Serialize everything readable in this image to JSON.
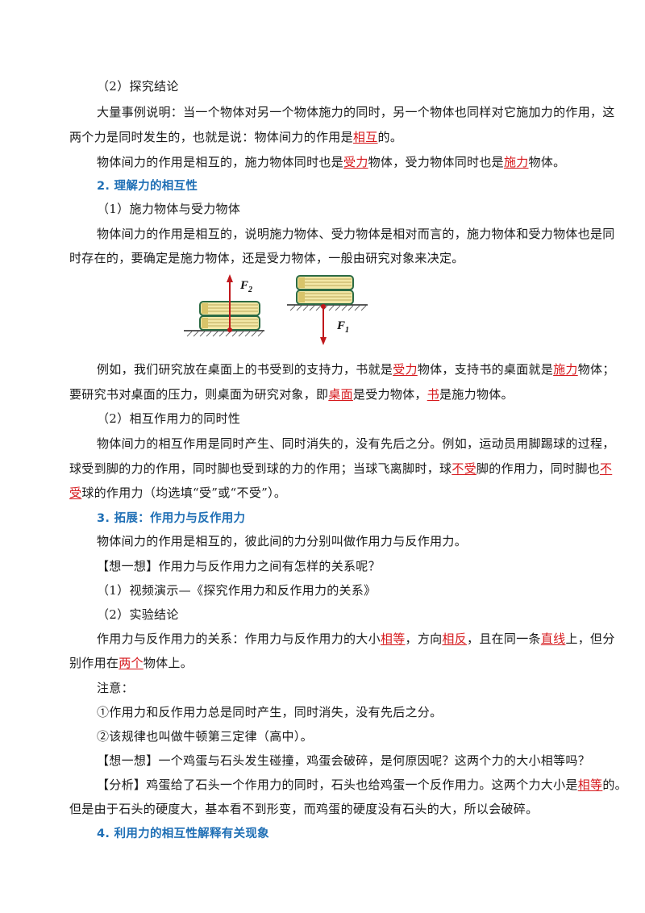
{
  "s1_title": "（2）探究结论",
  "p1": {
    "l1": "大量事例说明：当一个物体对另一个物体施力的同时，另一个物体也同样对它施加力的作用，这",
    "l2a": "两个力是同时发生的，也就是说：物体间力的作用是",
    "l2b": "相互",
    "l2c": "的。"
  },
  "p2": {
    "a": "物体间力的作用是相互的，施力物体同时也是",
    "b": "受力",
    "c": "物体，受力物体同时也是",
    "d": "施力",
    "e": "物体。"
  },
  "h2": "2. 理解力的相互性",
  "s2_title": "（1）施力物体与受力物体",
  "p3": {
    "l1": "物体间力的作用是相互的，说明施力物体、受力物体是相对而言的，施力物体和受力物体也是同",
    "l2": "时存在的，要确定是施力物体，还是受力物体，一般由研究对象来决定。"
  },
  "figure": {
    "f2": "F",
    "f2_sub": "2",
    "f1": "F",
    "f1_sub": "1"
  },
  "p4": {
    "a": "例如，我们研究放在桌面上的书受到的支持力，书就是",
    "b": "受力",
    "c": "物体，支持书的桌面就是",
    "d": "施力",
    "e": "物体；",
    "f": "要研究书对桌面的压力，则桌面为研究对象，即",
    "g": "桌面",
    "h": "是受力物体，",
    "i": "书",
    "j": "是施力物体。"
  },
  "s3_title": "（2）相互作用力的同时性",
  "p5": {
    "l1": "物体间力的相互作用是同时产生、同时消失的，没有先后之分。例如，运动员用脚踢球的过程，",
    "a": "球受到脚的力的作用，同时脚也受到球的力的作用；当球飞离脚时，球",
    "b": "不受",
    "c": "脚的作用力，同时脚也",
    "d": "不",
    "e": "受",
    "f": "球的作用力（均选填“受”或“不受”）。"
  },
  "h3": "3.  拓展：作用力与反作用力",
  "p6": "物体间力的作用是相互的，彼此间的力分别叫做作用力与反作用力。",
  "p7": "【想一想】作用力与反作用力之间有怎样的关系呢？",
  "p8": "（1）视频演示—《探究作用力和反作用力的关系》",
  "p9": "（2）实验结论",
  "p10": {
    "a": "作用力与反作用力的关系：作用力与反作用力的大小",
    "b": "相等",
    "c": "，方向",
    "d": "相反",
    "e": "，且在同一条",
    "f": "直线",
    "g": "上，但分",
    "h": "别作用在",
    "i": "两个",
    "j": "物体上。"
  },
  "p11": "注意：",
  "p12": "①作用力和反作用力总是同时产生，同时消失，没有先后之分。",
  "p13": "②该规律也叫做牛顿第三定律（高中）。",
  "p14": "【想一想】一个鸡蛋与石头发生碰撞，鸡蛋会破碎，是何原因呢？这两个力的大小相等吗？",
  "p15": {
    "a": "【分析】鸡蛋给了石头一个作用力的同时，石头也给鸡蛋一个反作用力。这两个力大小是",
    "b": "相等",
    "c": "的。",
    "l2": "但是由于石头的硬度大，基本看不到形变，而鸡蛋的硬度没有石头的大，所以会破碎。"
  },
  "h4": "4. 利用力的相互性解释有关现象"
}
